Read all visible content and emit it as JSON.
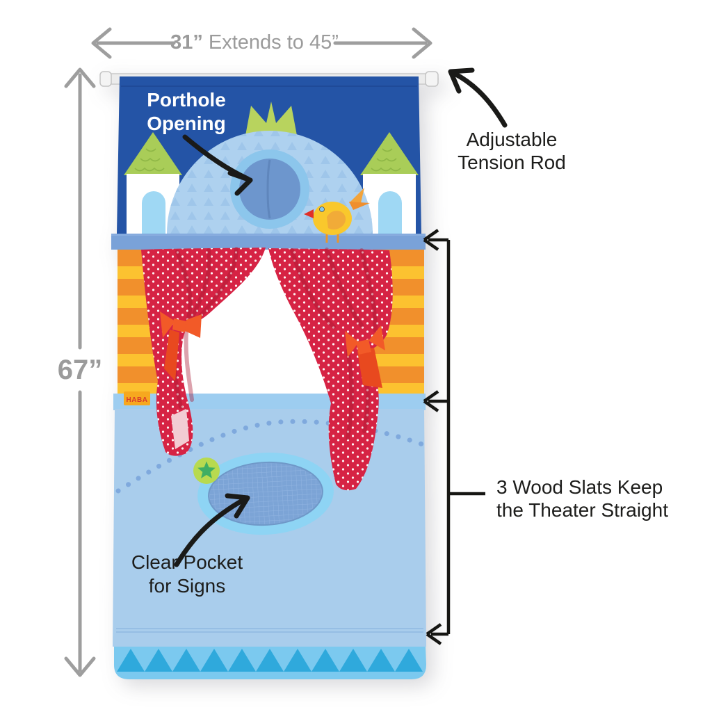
{
  "dimensions": {
    "width": {
      "bold": "31”",
      "rest": " Extends to 45”"
    },
    "height": {
      "value": "67”"
    }
  },
  "callouts": {
    "porthole": {
      "line1": "Porthole",
      "line2": "Opening"
    },
    "tension_rod": {
      "line1": "Adjustable",
      "line2": "Tension Rod"
    },
    "wood_slats": {
      "line1": "3 Wood Slats Keep",
      "line2": "the Theater Straight"
    },
    "clear_pocket": {
      "line1": "Clear Pocket",
      "line2": "for Signs"
    }
  },
  "product": {
    "brand_tag": "HABA"
  },
  "colors": {
    "dimension_gray": "#9b9b9b",
    "annotation_black": "#1d1d1b",
    "banner_blue": "#2454a6",
    "slat_band_blue": "#7aa2d8",
    "dome_blue": "#aed1ef",
    "porthole_ring": "#8cc6ec",
    "porthole_flap": "#6d96cd",
    "castle_green": "#b1cf58",
    "curtain_red": "#d62344",
    "tieback_orange": "#f25a28",
    "stripe_orange": "#f1902c",
    "stripe_yellow": "#fcc230",
    "lower_panel_blue": "#a9cdec",
    "pocket_ring": "#8ed4f4",
    "pocket_mesh": "#7ca4d6",
    "star_badge_green": "#3fae63",
    "zigzag_blue": "#2fa9dc",
    "brand_tag_orange": "#f6a81f"
  }
}
